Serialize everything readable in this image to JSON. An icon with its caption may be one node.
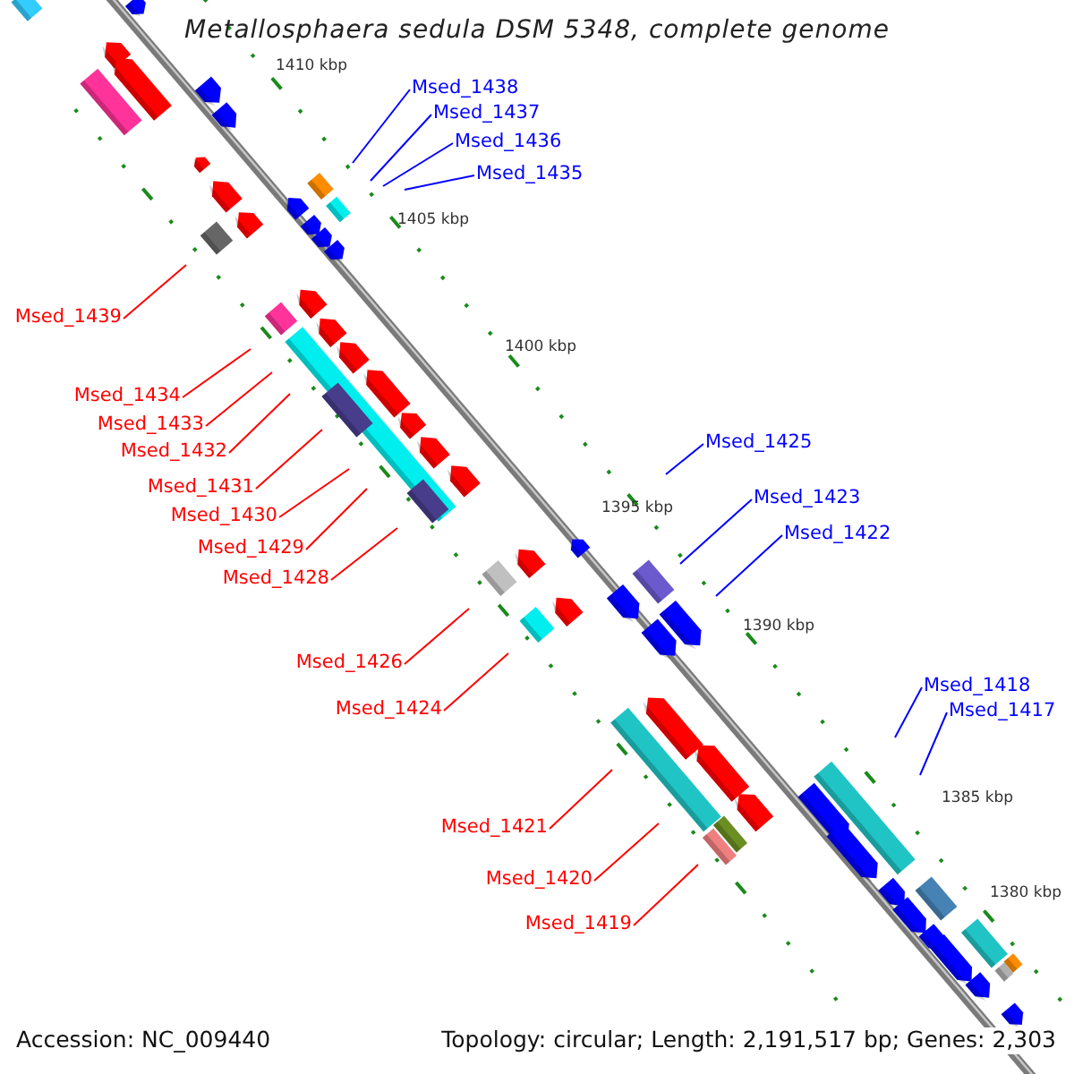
{
  "diagram": {
    "title": "Metallosphaera sedula DSM 5348, complete genome",
    "nodes": [
      {
        "text": [
          "Msed_1438"
        ]
      },
      {
        "text": [
          "Msed_1437"
        ]
      },
      {
        "text": [
          "Msed_1436"
        ]
      },
      {
        "text": [
          "Msed_1435"
        ]
      },
      {
        "text": [
          "Msed_1439"
        ]
      },
      {
        "text": [
          "Msed_1434"
        ]
      },
      {
        "text": [
          "Msed_1433"
        ]
      },
      {
        "text": [
          "Msed_1432"
        ]
      },
      {
        "text": [
          "Msed_1425"
        ]
      },
      {
        "text": [
          "Msed_1431"
        ]
      },
      {
        "text": [
          "Msed_1423"
        ]
      },
      {
        "text": [
          "Msed_1430"
        ]
      },
      {
        "text": [
          "Msed_1422"
        ]
      },
      {
        "text": [
          "Msed_1429"
        ]
      },
      {
        "text": [
          "Msed_1428"
        ]
      },
      {
        "text": [
          "Msed_1426"
        ]
      },
      {
        "text": [
          "Msed_1418"
        ]
      },
      {
        "text": [
          "Msed_1424"
        ]
      },
      {
        "text": [
          "Msed_1417"
        ]
      },
      {
        "text": [
          "Msed_1421"
        ]
      },
      {
        "text": [
          "Msed_1420"
        ]
      },
      {
        "text": [
          "Msed_1419"
        ]
      }
    ],
    "edges": [
      {
        "from": 0,
        "to": null,
        "arrow": "none",
        "color": "#0000ff"
      },
      {
        "from": 1,
        "to": null,
        "arrow": "none",
        "color": "#0000ff"
      },
      {
        "from": 2,
        "to": null,
        "arrow": "none",
        "color": "#0000ff"
      },
      {
        "from": 3,
        "to": null,
        "arrow": "none",
        "color": "#0000ff"
      },
      {
        "from": 4,
        "to": null,
        "arrow": "none"
      },
      {
        "from": 5,
        "to": null,
        "arrow": "none"
      },
      {
        "from": 6,
        "to": null,
        "arrow": "none"
      },
      {
        "from": 7,
        "to": null,
        "arrow": "none"
      },
      {
        "from": 8,
        "to": null,
        "arrow": "none",
        "color": "#0000ff"
      },
      {
        "from": 9,
        "to": null,
        "arrow": "none"
      },
      {
        "from": 10,
        "to": null,
        "arrow": "none",
        "color": "#0000ff"
      },
      {
        "from": 11,
        "to": null,
        "arrow": "none"
      },
      {
        "from": 12,
        "to": null,
        "arrow": "none",
        "color": "#0000ff"
      },
      {
        "from": 13,
        "to": null,
        "arrow": "none"
      },
      {
        "from": 14,
        "to": null,
        "arrow": "none"
      },
      {
        "from": 15,
        "to": null,
        "arrow": "none"
      },
      {
        "from": 16,
        "to": null,
        "arrow": "none",
        "color": "#0000ff"
      },
      {
        "from": 17,
        "to": null,
        "arrow": "none"
      },
      {
        "from": 18,
        "to": null,
        "arrow": "none",
        "color": "#0000ff"
      },
      {
        "from": 19,
        "to": null,
        "arrow": "none"
      },
      {
        "from": 20,
        "to": null,
        "arrow": "none"
      },
      {
        "from": 21,
        "to": null,
        "arrow": "none"
      }
    ],
    "labels": [
      "1410 kbp",
      "1405 kbp",
      "1400 kbp",
      "1395 kbp",
      "1390 kbp",
      "1385 kbp",
      "1380 kbp",
      "Accession: NC_009440",
      "Topology: circular; Length: 2,191,517 bp; Genes: 2,303"
    ]
  }
}
